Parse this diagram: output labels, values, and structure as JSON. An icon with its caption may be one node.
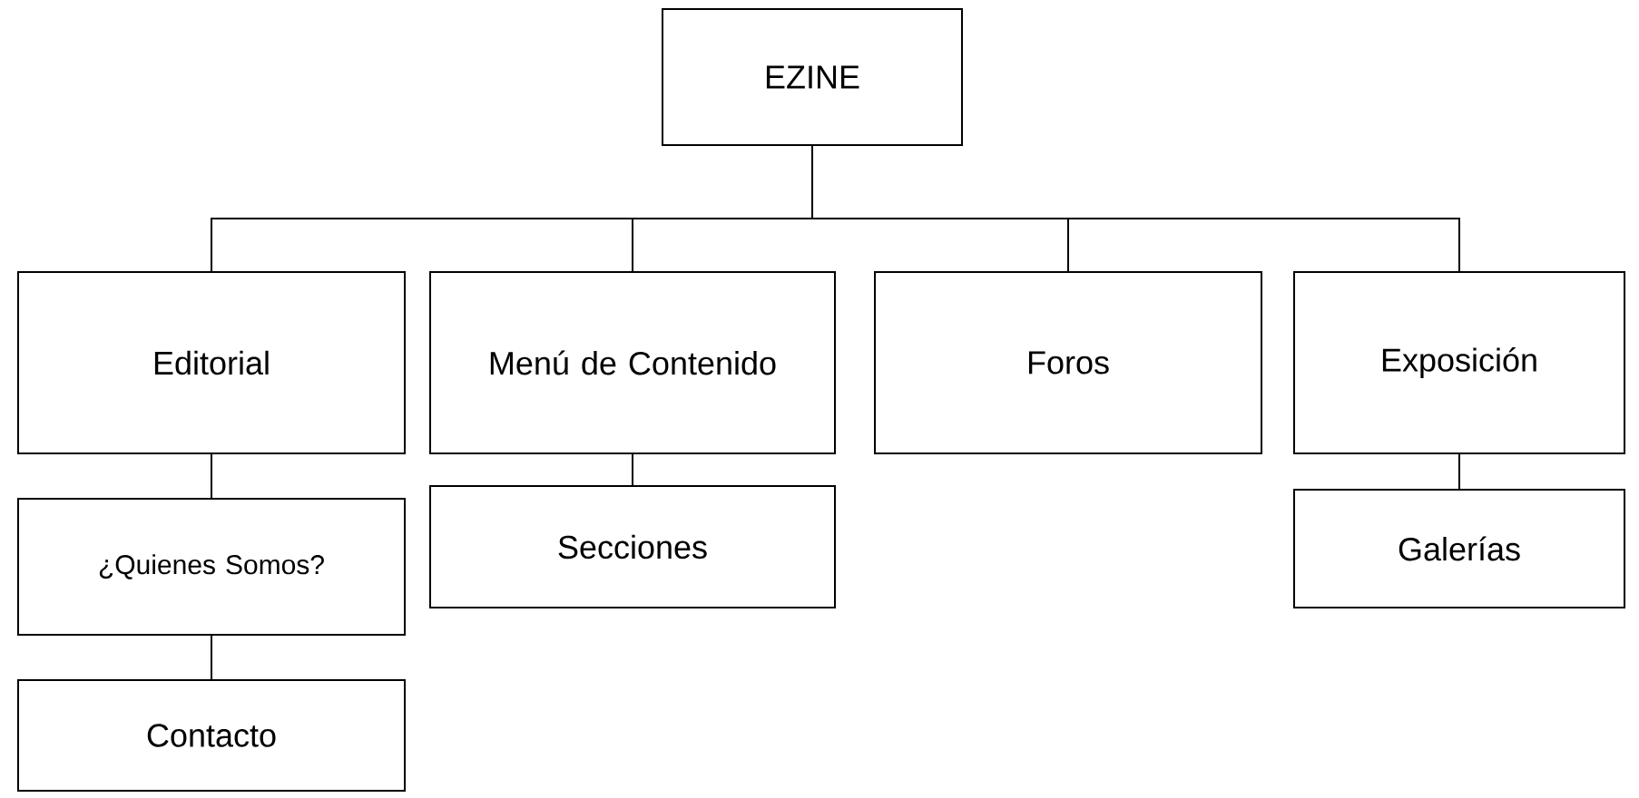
{
  "diagram": {
    "nodes": [
      {
        "text": [
          "EZINE"
        ]
      },
      {
        "text": [
          "Editorial"
        ]
      },
      {
        "text": [
          "Menú de Contenido"
        ]
      },
      {
        "text": [
          "Foros"
        ]
      },
      {
        "text": [
          "Exposición"
        ]
      },
      {
        "text": [
          "¿Quienes Somos?"
        ]
      },
      {
        "text": [
          "Secciones"
        ]
      },
      {
        "text": [
          "Galerías"
        ]
      },
      {
        "text": [
          "Contacto"
        ]
      }
    ],
    "edges": [
      {
        "from": 0,
        "to": 1,
        "arrow": "none"
      },
      {
        "from": 0,
        "to": 2,
        "arrow": "none"
      },
      {
        "from": 0,
        "to": 3,
        "arrow": "none"
      },
      {
        "from": 0,
        "to": 4,
        "arrow": "none"
      },
      {
        "from": 1,
        "to": 5,
        "arrow": "none"
      },
      {
        "from": 2,
        "to": 6,
        "arrow": "none"
      },
      {
        "from": 4,
        "to": 7,
        "arrow": "none"
      },
      {
        "from": 5,
        "to": 8,
        "arrow": "none"
      }
    ]
  }
}
